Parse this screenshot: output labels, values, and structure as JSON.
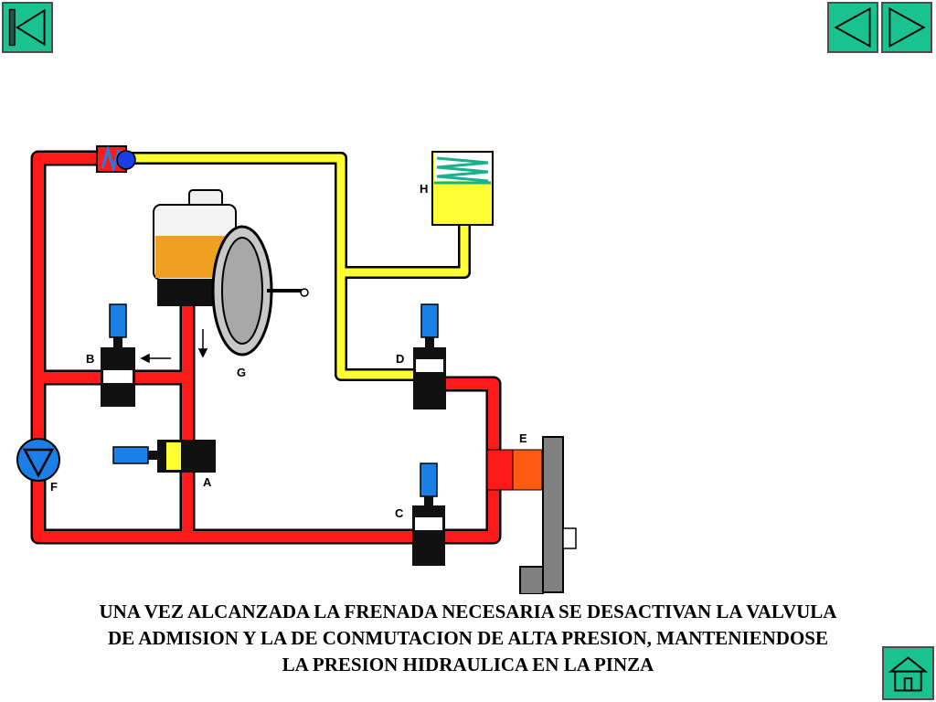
{
  "nav": {
    "first_icon": "first-slide-icon",
    "prev_icon": "previous-slide-icon",
    "next_icon": "next-slide-icon",
    "home_icon": "home-icon",
    "button_color": "#19c28f"
  },
  "diagram": {
    "labels": {
      "a": "A",
      "b": "B",
      "c": "C",
      "d": "D",
      "e": "E",
      "f": "F",
      "g": "G",
      "h": "H"
    },
    "colors": {
      "high_pressure_line": "#ff1a1a",
      "return_line": "#ffff33",
      "valve_actuator": "#1a7fe6",
      "fluid": "#f0a020",
      "caliper_piston": "#ff5a14"
    }
  },
  "caption": {
    "line1": "UNA VEZ ALCANZADA LA FRENADA NECESARIA SE DESACTIVAN LA VALVULA",
    "line2": "DE ADMISION Y  LA DE CONMUTACION DE ALTA PRESION, MANTENIENDOSE",
    "line3": "LA PRESION HIDRAULICA EN LA PINZA"
  }
}
